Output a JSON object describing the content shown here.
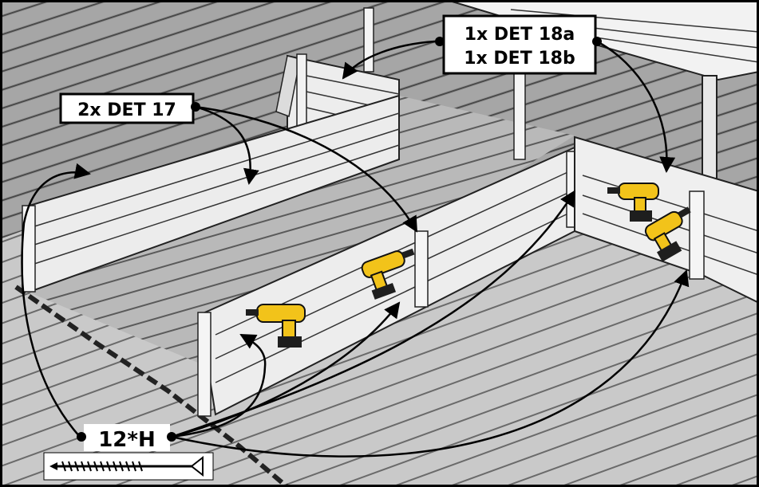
{
  "labels": {
    "det17": "2x DET 17",
    "det18a": "1x DET 18a",
    "det18b": "1x DET 18b",
    "screws": "12*H"
  },
  "icons": {
    "drill": "cordless-drill-icon",
    "screw": "screw-icon"
  },
  "colors": {
    "border": "#000000",
    "wood": "#ededed",
    "deck_dark": "#8c8c8c",
    "deck_light": "#c8c8c8",
    "drill_body": "#f2c31a",
    "drill_dark": "#1e1e1e"
  }
}
